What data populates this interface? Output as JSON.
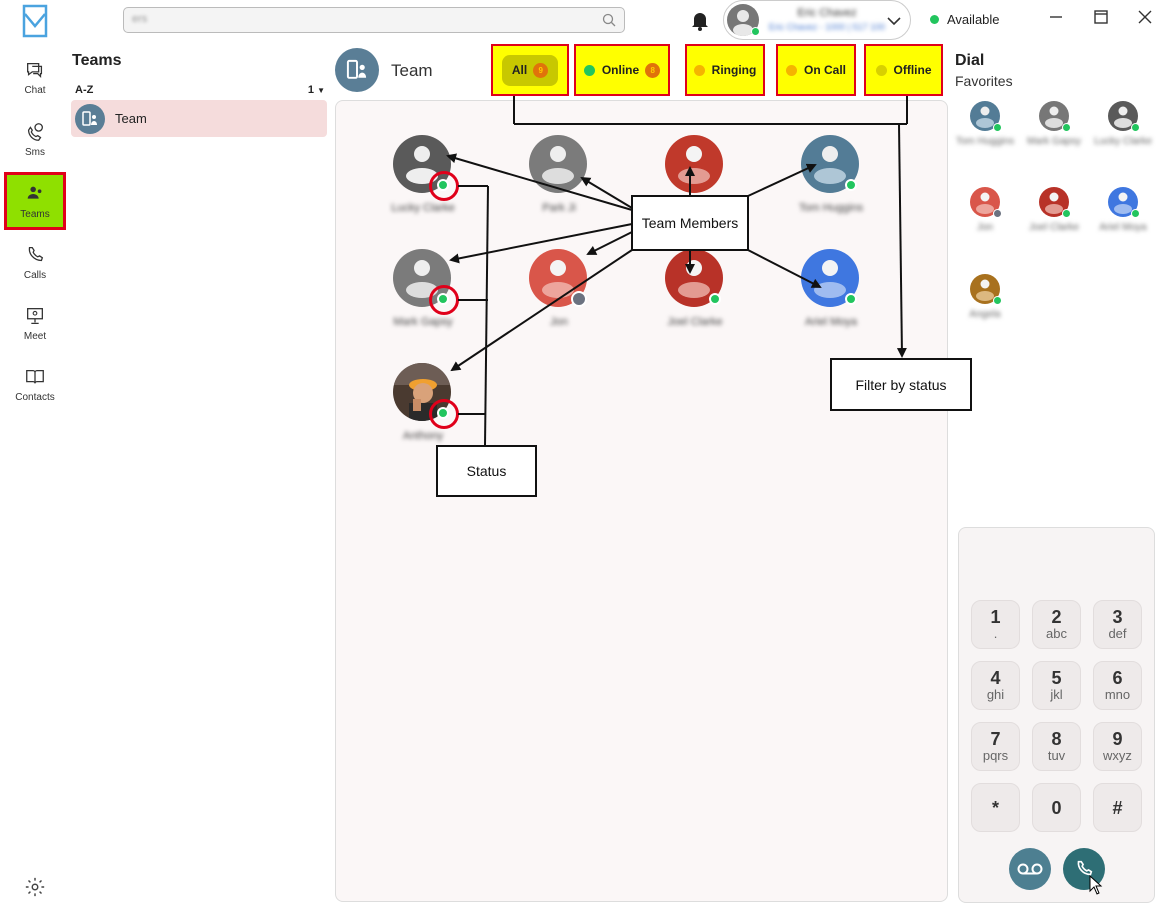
{
  "rail": {
    "items": [
      {
        "label": "Chat"
      },
      {
        "label": "Sms"
      },
      {
        "label": "Teams"
      },
      {
        "label": "Calls"
      },
      {
        "label": "Meet"
      },
      {
        "label": "Contacts"
      }
    ]
  },
  "teams_panel": {
    "title": "Teams",
    "sort_label": "A-Z",
    "count": "1",
    "team_name": "Team"
  },
  "search": {
    "value": "ers"
  },
  "profile": {
    "name": "Eric Chavez",
    "subtitle": "Eric Chavez - 1000 | 517 100"
  },
  "presence": {
    "label": "Available"
  },
  "team_header": {
    "title": "Team"
  },
  "filters": [
    {
      "label": "All",
      "badge": "9"
    },
    {
      "label": "Online",
      "badge": "8"
    },
    {
      "label": "Ringing"
    },
    {
      "label": "On Call"
    },
    {
      "label": "Offline"
    }
  ],
  "members": [
    {
      "name": "Lucky Clarke",
      "status": "online"
    },
    {
      "name": "Park Ji",
      "status": "offline"
    },
    {
      "name": "",
      "status": "offline"
    },
    {
      "name": "Tom Huggins",
      "status": "online"
    },
    {
      "name": "Mark Gapsy",
      "status": "online"
    },
    {
      "name": "Jon",
      "status": "away"
    },
    {
      "name": "Joel Clarke",
      "status": "online"
    },
    {
      "name": "Ariel Moya",
      "status": "online"
    },
    {
      "name": "Anthony",
      "status": "online"
    }
  ],
  "annotations": {
    "team_members": "Team Members",
    "filter_by_status": "Filter by status",
    "status": "Status"
  },
  "dial": {
    "title": "Dial",
    "favorites_title": "Favorites",
    "favorites": [
      {
        "name": "Tom Huggins"
      },
      {
        "name": "Mark Gapsy"
      },
      {
        "name": "Lucky Clarke"
      },
      {
        "name": "Jon"
      },
      {
        "name": "Joel Clarke"
      },
      {
        "name": "Ariel Moya"
      },
      {
        "name": "Angela"
      }
    ],
    "keys": [
      {
        "digit": "1",
        "letters": "."
      },
      {
        "digit": "2",
        "letters": "abc"
      },
      {
        "digit": "3",
        "letters": "def"
      },
      {
        "digit": "4",
        "letters": "ghi"
      },
      {
        "digit": "5",
        "letters": "jkl"
      },
      {
        "digit": "6",
        "letters": "mno"
      },
      {
        "digit": "7",
        "letters": "pqrs"
      },
      {
        "digit": "8",
        "letters": "tuv"
      },
      {
        "digit": "9",
        "letters": "wxyz"
      },
      {
        "digit": "*",
        "letters": ""
      },
      {
        "digit": "0",
        "letters": ""
      },
      {
        "digit": "#",
        "letters": ""
      }
    ]
  },
  "colors": {
    "accent": "#4d7f91",
    "online": "#22c55e",
    "highlight": "#ffff00",
    "outline": "#e0001a"
  }
}
